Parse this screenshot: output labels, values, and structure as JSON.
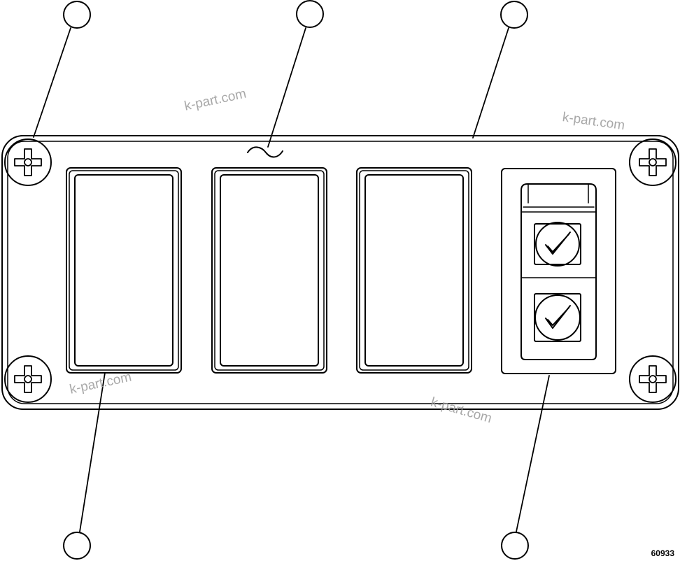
{
  "figure": {
    "number": "60933",
    "watermarks": [
      "k-part.com",
      "k-part.com",
      "k-part.com",
      "k-part.com"
    ],
    "callouts": [
      "",
      "",
      "",
      "",
      ""
    ],
    "colors": {
      "ink": "#000000",
      "paper": "#ffffff",
      "watermark": "#9a9a9a"
    },
    "icons": [
      "screw-icon",
      "rocker-switch",
      "check-circle-icon",
      "break-symbol"
    ]
  }
}
